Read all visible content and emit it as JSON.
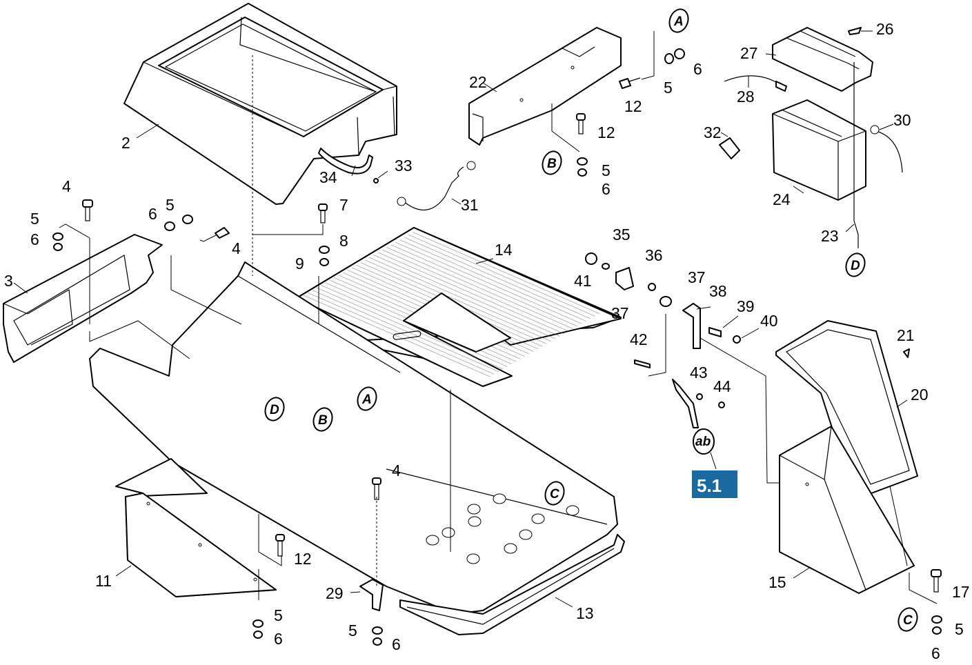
{
  "part_labels": {
    "p2": "2",
    "p3": "3",
    "p4a": "4",
    "p4b": "4",
    "p4c": "4",
    "p5a": "5",
    "p5b": "5",
    "p5c": "5",
    "p5d": "5",
    "p5e": "5",
    "p5f": "5",
    "p5g": "5",
    "p6a": "6",
    "p6b": "6",
    "p6c": "6",
    "p6d": "6",
    "p6e": "6",
    "p6f": "6",
    "p6g": "6",
    "p7": "7",
    "p8": "8",
    "p9": "9",
    "p11": "11",
    "p12a": "12",
    "p12b": "12",
    "p12c": "12",
    "p13": "13",
    "p14": "14",
    "p15": "15",
    "p17": "17",
    "p20": "20",
    "p21": "21",
    "p22": "22",
    "p23": "23",
    "p24": "24",
    "p26": "26",
    "p27": "27",
    "p28": "28",
    "p29": "29",
    "p30": "30",
    "p31": "31",
    "p32": "32",
    "p33": "33",
    "p34": "34",
    "p35": "35",
    "p36": "36",
    "p37a": "37",
    "p37b": "37",
    "p38": "38",
    "p39": "39",
    "p40": "40",
    "p41": "41",
    "p42": "42",
    "p43": "43",
    "p44": "44"
  },
  "reference_markers": {
    "a1": "A",
    "a2": "A",
    "b1": "B",
    "b2": "B",
    "c1": "C",
    "c2": "C",
    "d1": "D",
    "d2": "D",
    "ab": "ab"
  },
  "section_badge": {
    "label": "5.1",
    "color": "#1a6aa0"
  }
}
